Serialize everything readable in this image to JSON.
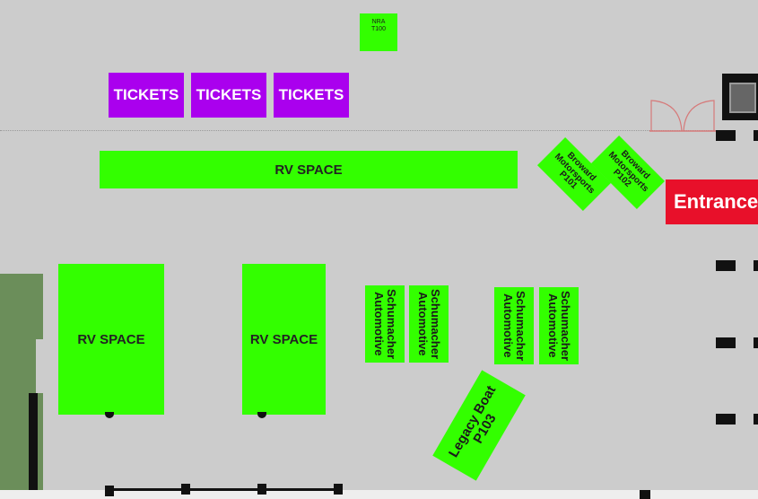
{
  "map": {
    "booths": {
      "nra": "NRA\nT100",
      "tickets": [
        "TICKETS",
        "TICKETS",
        "TICKETS"
      ],
      "rv_top": "RV SPACE",
      "rv_left": "RV SPACE",
      "rv_middle": "RV SPACE",
      "broward_1": "Broward\nMotorsports\nP101",
      "broward_2": "Broward\nMotorsports\nP102",
      "schumacher": [
        "Schumacher\nAutomotive",
        "Schumacher\nAutomotive",
        "Schumacher\nAutomotive",
        "Schumacher\nAutomotive"
      ],
      "legacy": "Legacy Boat\nP103"
    },
    "entrance_label": "Entrance",
    "colors": {
      "booth": "#33ff00",
      "ticket": "#aa00ee",
      "entrance": "#e8102a",
      "background": "#cccccc",
      "grass": "#6b8e5a"
    }
  }
}
